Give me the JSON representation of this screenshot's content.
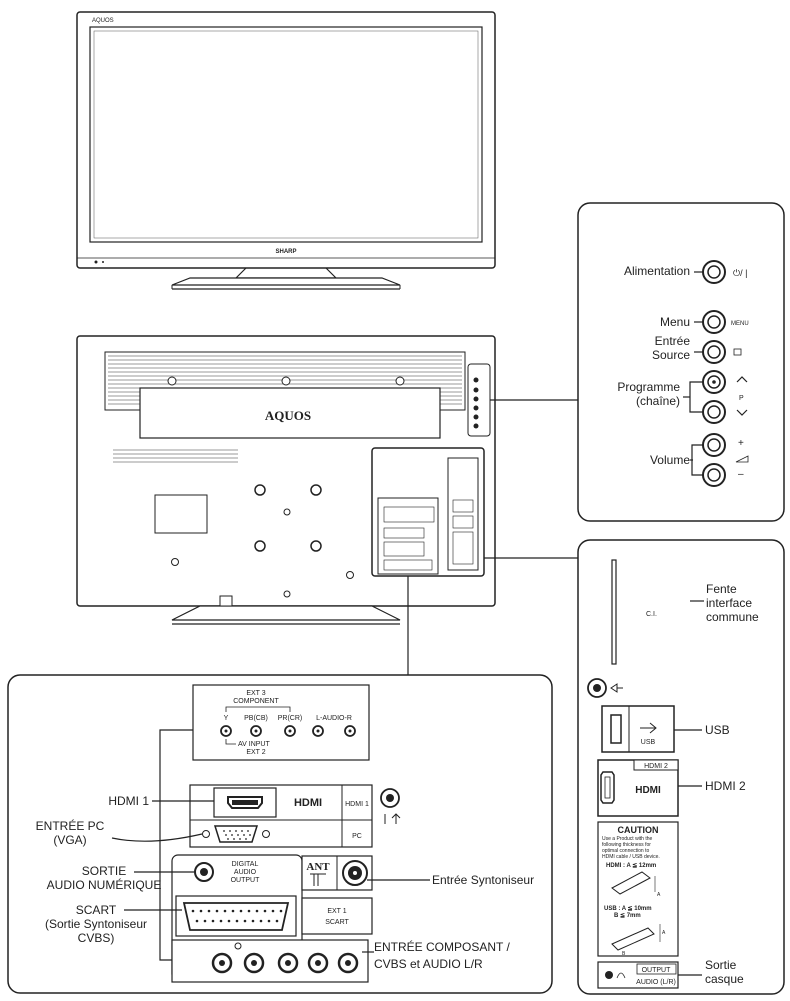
{
  "tv_front": {
    "brand_top": "AQUOS",
    "brand_bottom": "SHARP"
  },
  "tv_back": {
    "brand": "AQUOS"
  },
  "controls": {
    "power": {
      "label": "Alimentation",
      "symbol": "⏻/ |"
    },
    "menu": {
      "label": "Menu",
      "symbol": "MENU"
    },
    "input": {
      "label_line1": "Entrée",
      "label_line2": "Source"
    },
    "program": {
      "label_line1": "Programme",
      "label_line2": "(chaîne)",
      "symbol": "P"
    },
    "volume": {
      "label": "Volume",
      "plus": "+",
      "minus": "–"
    }
  },
  "side_panel": {
    "ci_slot": {
      "text": "C.I.",
      "label_line1": "Fente",
      "label_line2": "interface",
      "label_line3": "commune"
    },
    "usb": {
      "port_text": "USB",
      "label": "USB"
    },
    "hdmi2": {
      "tag": "HDMI 2",
      "logo": "HDMI",
      "label": "HDMI 2"
    },
    "caution": {
      "title": "CAUTION",
      "lines": [
        "Use a Product with the",
        "following thickness for",
        "optimal connection to",
        "HDMI cable / USB device."
      ],
      "hdmi_rule": "HDMI : A ≦ 12mm",
      "usb_rule_a": "USB : A ≦ 10mm",
      "usb_rule_b": "B ≦ 7mm",
      "mark_a": "A",
      "mark_b": "B"
    },
    "output": {
      "tag": "OUTPUT",
      "text": "AUDIO (L/R)",
      "label_line1": "Sortie",
      "label_line2": "casque"
    }
  },
  "bottom_panel": {
    "ext3": {
      "line1": "EXT 3",
      "line2": "COMPONENT",
      "y": "Y",
      "pb": "PB(CB)",
      "pr": "PR(CR)",
      "audio": "L-AUDIO-R",
      "av_input": "AV INPUT",
      "ext2": "EXT 2"
    },
    "hdmi1": {
      "logo": "HDMI",
      "port_text": "HDMI 1",
      "label": "HDMI 1"
    },
    "pc": {
      "port_text": "PC",
      "label_line1": "ENTRÉE PC",
      "label_line2": "(VGA)"
    },
    "digital": {
      "line1": "DIGITAL",
      "line2": "AUDIO",
      "line3": "OUTPUT",
      "label_line1": "SORTIE",
      "label_line2": "AUDIO NUMÉRIQUE"
    },
    "antenna": {
      "text": "ANT",
      "label": "Entrée Syntoniseur"
    },
    "scart": {
      "line1": "EXT 1",
      "line2": "SCART",
      "label_line1": "SCART",
      "label_line2": "(Sortie Syntoniseur",
      "label_line3": "CVBS)"
    },
    "composite": {
      "label_line1": "ENTRÉE COMPOSANT /",
      "label_line2": "CVBS et AUDIO L/R"
    }
  }
}
